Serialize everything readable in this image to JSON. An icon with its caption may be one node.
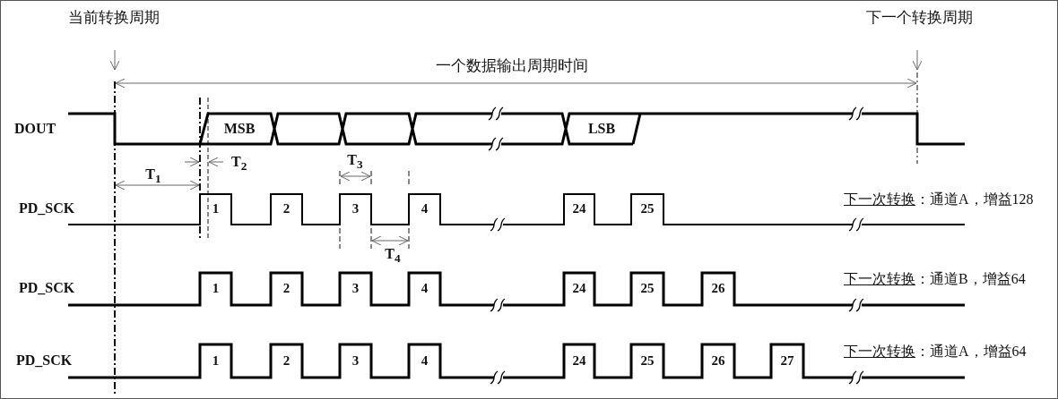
{
  "diagram": {
    "labels": [
      "当前转换周期",
      "下一个转换周期",
      "一个数据输出周期时间",
      "DOUT",
      "MSB",
      "LSB",
      "T$_{2}$",
      "T$_{3}$",
      "T$_{1}$",
      "PD_SCK",
      "1",
      "2",
      "3",
      "4",
      "24",
      "25",
      "下一次转换",
      "：通道A，增益128",
      "T$_{4}$",
      "PD_SCK",
      "1",
      "2",
      "3",
      "4",
      "24",
      "25",
      "26",
      "下一次转换",
      "：通道B，增益64",
      "PD_SCK",
      "1",
      "2",
      "3",
      "4",
      "24",
      "25",
      "26",
      "27",
      "下一次转换",
      "：通道A，增益64"
    ]
  }
}
